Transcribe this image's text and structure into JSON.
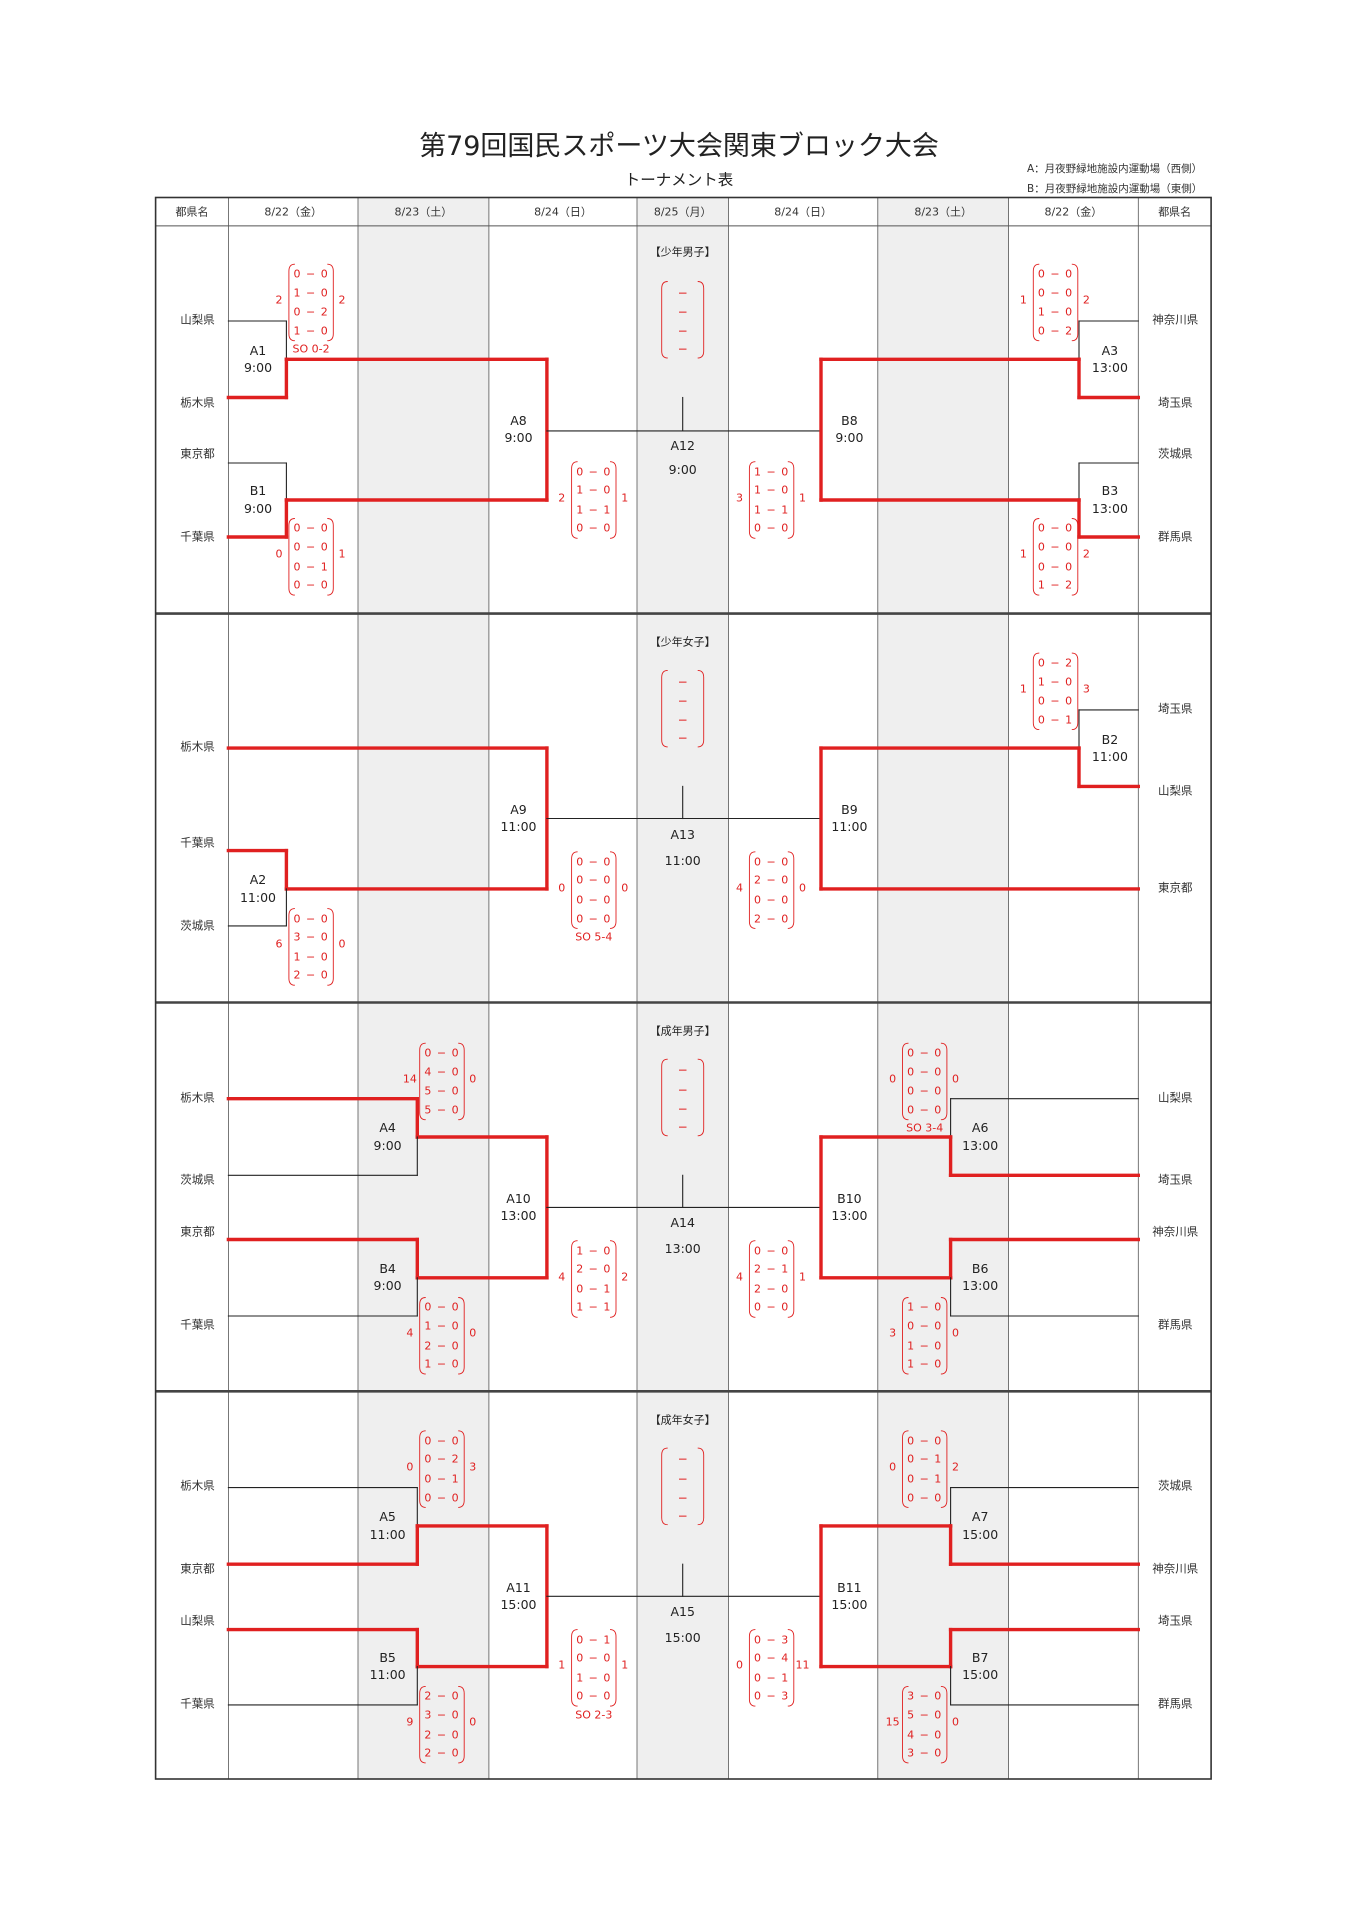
{
  "title": "第79回国民スポーツ大会関東ブロック大会",
  "subtitle": "トーナメント表",
  "venues": [
    "A：月夜野緑地施設内運動場（西側）",
    "B：月夜野緑地施設内運動場（東側）"
  ],
  "header": [
    "都県名",
    "8/22（金）",
    "8/23（土）",
    "8/24（日）",
    "8/25（月）",
    "8/24（日）",
    "8/23（土）",
    "8/22（金）",
    "都県名"
  ],
  "colors": {
    "winner": "#e02020",
    "line": "#222222",
    "shade": "#efefef",
    "grid": "#555555"
  },
  "sections": [
    {
      "label": "【少年男子】",
      "center_marks": [
        "−",
        "−",
        "−",
        "−"
      ],
      "left_teams": [
        "山梨県",
        "栃木県",
        "東京都",
        "千葉県"
      ],
      "right_teams": [
        "神奈川県",
        "埼玉県",
        "茨城県",
        "群馬県"
      ],
      "matches": [
        {
          "id": "A1",
          "time": "9:00"
        },
        {
          "id": "B1",
          "time": "9:00"
        },
        {
          "id": "A8",
          "time": "9:00"
        },
        {
          "id": "A12",
          "time": "9:00"
        },
        {
          "id": "B8",
          "time": "9:00"
        },
        {
          "id": "A3",
          "time": "13:00"
        },
        {
          "id": "B3",
          "time": "13:00"
        }
      ],
      "scores": [
        {
          "match": "A1",
          "rows": [
            "0 − 0",
            "1 − 0",
            "0 − 2",
            "1 − 0"
          ],
          "left_total": "2",
          "right_total": "2",
          "so": "SO 0-2"
        },
        {
          "match": "B1",
          "rows": [
            "0 − 0",
            "0 − 0",
            "0 − 1",
            "0 − 0"
          ],
          "left_total": "0",
          "right_total": "1",
          "so": ""
        },
        {
          "match": "A8",
          "rows": [
            "0 − 0",
            "1 − 0",
            "1 − 1",
            "0 − 0"
          ],
          "left_total": "2",
          "right_total": "1",
          "so": ""
        },
        {
          "match": "B8",
          "rows": [
            "1 − 0",
            "1 − 0",
            "1 − 1",
            "0 − 0"
          ],
          "left_total": "3",
          "right_total": "1",
          "so": ""
        },
        {
          "match": "A3",
          "rows": [
            "0 − 0",
            "0 − 0",
            "1 − 0",
            "0 − 2"
          ],
          "left_total": "1",
          "right_total": "2",
          "so": ""
        },
        {
          "match": "B3",
          "rows": [
            "0 − 0",
            "0 − 0",
            "0 − 0",
            "1 − 2"
          ],
          "left_total": "1",
          "right_total": "2",
          "so": ""
        }
      ]
    },
    {
      "label": "【少年女子】",
      "center_marks": [
        "−",
        "−",
        "−",
        "−"
      ],
      "left_teams": [
        "栃木県",
        "千葉県",
        "茨城県"
      ],
      "right_teams": [
        "埼玉県",
        "山梨県",
        "東京都"
      ],
      "matches": [
        {
          "id": "A2",
          "time": "11:00"
        },
        {
          "id": "A9",
          "time": "11:00"
        },
        {
          "id": "A13",
          "time": "11:00"
        },
        {
          "id": "B9",
          "time": "11:00"
        },
        {
          "id": "B2",
          "time": "11:00"
        }
      ],
      "scores": [
        {
          "match": "B2",
          "rows": [
            "0 − 2",
            "1 − 0",
            "0 − 0",
            "0 − 1"
          ],
          "left_total": "1",
          "right_total": "3",
          "so": ""
        },
        {
          "match": "A2",
          "rows": [
            "0 − 0",
            "3 − 0",
            "1 − 0",
            "2 − 0"
          ],
          "left_total": "6",
          "right_total": "0",
          "so": ""
        },
        {
          "match": "A9",
          "rows": [
            "0 − 0",
            "0 − 0",
            "0 − 0",
            "0 − 0"
          ],
          "left_total": "0",
          "right_total": "0",
          "so": "SO 5-4"
        },
        {
          "match": "B9",
          "rows": [
            "0 − 0",
            "2 − 0",
            "0 − 0",
            "2 − 0"
          ],
          "left_total": "4",
          "right_total": "0",
          "so": ""
        }
      ]
    },
    {
      "label": "【成年男子】",
      "center_marks": [
        "−",
        "−",
        "−",
        "−"
      ],
      "left_teams": [
        "栃木県",
        "茨城県",
        "東京都",
        "千葉県"
      ],
      "right_teams": [
        "山梨県",
        "埼玉県",
        "神奈川県",
        "群馬県"
      ],
      "matches": [
        {
          "id": "A4",
          "time": "9:00"
        },
        {
          "id": "B4",
          "time": "9:00"
        },
        {
          "id": "A10",
          "time": "13:00"
        },
        {
          "id": "A14",
          "time": "13:00"
        },
        {
          "id": "B10",
          "time": "13:00"
        },
        {
          "id": "A6",
          "time": "13:00"
        },
        {
          "id": "B6",
          "time": "13:00"
        }
      ],
      "scores": [
        {
          "match": "A4",
          "rows": [
            "0 − 0",
            "4 − 0",
            "5 − 0",
            "5 − 0"
          ],
          "left_total": "14",
          "right_total": "0",
          "so": ""
        },
        {
          "match": "B4",
          "rows": [
            "0 − 0",
            "1 − 0",
            "2 − 0",
            "1 − 0"
          ],
          "left_total": "4",
          "right_total": "0",
          "so": ""
        },
        {
          "match": "A10",
          "rows": [
            "1 − 0",
            "2 − 0",
            "0 − 1",
            "1 − 1"
          ],
          "left_total": "4",
          "right_total": "2",
          "so": ""
        },
        {
          "match": "B10",
          "rows": [
            "0 − 0",
            "2 − 1",
            "2 − 0",
            "0 − 0"
          ],
          "left_total": "4",
          "right_total": "1",
          "so": ""
        },
        {
          "match": "A6",
          "rows": [
            "0 − 0",
            "0 − 0",
            "0 − 0",
            "0 − 0"
          ],
          "left_total": "0",
          "right_total": "0",
          "so": "SO 3-4"
        },
        {
          "match": "B6",
          "rows": [
            "1 − 0",
            "0 − 0",
            "1 − 0",
            "1 − 0"
          ],
          "left_total": "3",
          "right_total": "0",
          "so": ""
        }
      ]
    },
    {
      "label": "【成年女子】",
      "center_marks": [
        "−",
        "−",
        "−",
        "−"
      ],
      "left_teams": [
        "栃木県",
        "東京都",
        "山梨県",
        "千葉県"
      ],
      "right_teams": [
        "茨城県",
        "神奈川県",
        "埼玉県",
        "群馬県"
      ],
      "matches": [
        {
          "id": "A5",
          "time": "11:00"
        },
        {
          "id": "B5",
          "time": "11:00"
        },
        {
          "id": "A11",
          "time": "15:00"
        },
        {
          "id": "A15",
          "time": "15:00"
        },
        {
          "id": "B11",
          "time": "15:00"
        },
        {
          "id": "A7",
          "time": "15:00"
        },
        {
          "id": "B7",
          "time": "15:00"
        }
      ],
      "scores": [
        {
          "match": "A5",
          "rows": [
            "0 − 0",
            "0 − 2",
            "0 − 1",
            "0 − 0"
          ],
          "left_total": "0",
          "right_total": "3",
          "so": ""
        },
        {
          "match": "B5",
          "rows": [
            "2 − 0",
            "3 − 0",
            "2 − 0",
            "2 − 0"
          ],
          "left_total": "9",
          "right_total": "0",
          "so": ""
        },
        {
          "match": "A11",
          "rows": [
            "0 − 1",
            "0 − 0",
            "1 − 0",
            "0 − 0"
          ],
          "left_total": "1",
          "right_total": "1",
          "so": "SO 2-3"
        },
        {
          "match": "B11",
          "rows": [
            "0 − 3",
            "0 − 4",
            "0 − 1",
            "0 − 3"
          ],
          "left_total": "0",
          "right_total": "11",
          "so": ""
        },
        {
          "match": "A7",
          "rows": [
            "0 − 0",
            "0 − 1",
            "0 − 1",
            "0 − 0"
          ],
          "left_total": "0",
          "right_total": "2",
          "so": ""
        },
        {
          "match": "B7",
          "rows": [
            "3 − 0",
            "5 − 0",
            "4 − 0",
            "3 − 0"
          ],
          "left_total": "15",
          "right_total": "0",
          "so": ""
        }
      ]
    }
  ]
}
